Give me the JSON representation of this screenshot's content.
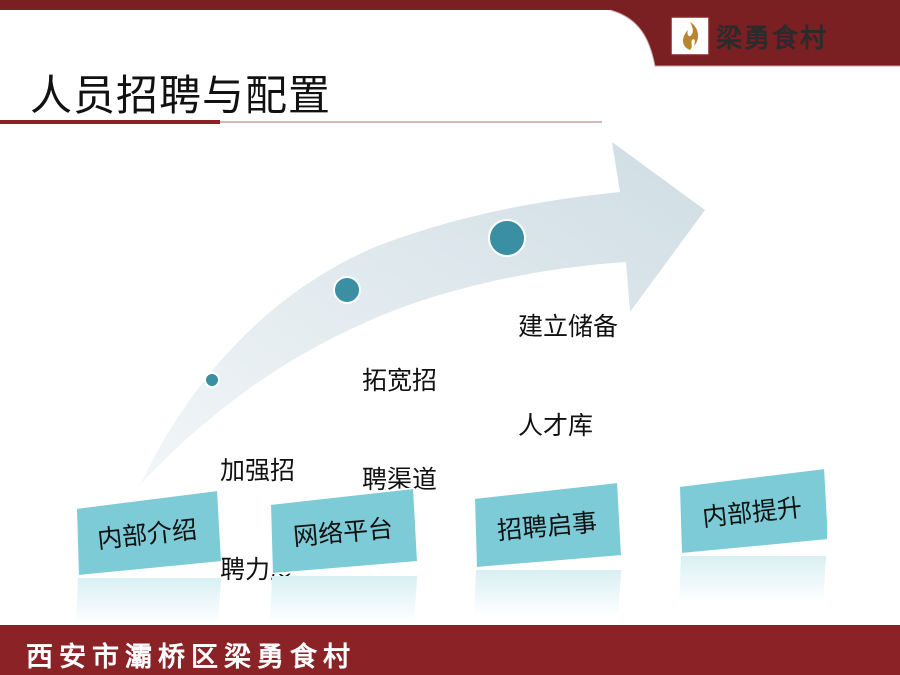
{
  "brand": {
    "logo_text": "梁勇食村",
    "colors": {
      "primary": "#8b2226",
      "accent_teal": "#7ccbd6",
      "arrow": "#d6e3ea"
    }
  },
  "slide": {
    "title": "人员招聘与配置"
  },
  "steps": [
    {
      "line1": "加强招",
      "line2": "聘力度"
    },
    {
      "line1": "拓宽招",
      "line2": "聘渠道"
    },
    {
      "line1": "建立储备",
      "line2": "人才库"
    }
  ],
  "boxes": [
    {
      "label": "内部介绍"
    },
    {
      "label": "网络平台"
    },
    {
      "label": "招聘启事"
    },
    {
      "label": "内部提升"
    }
  ],
  "footer": {
    "text": "西安市灞桥区梁勇食村"
  }
}
